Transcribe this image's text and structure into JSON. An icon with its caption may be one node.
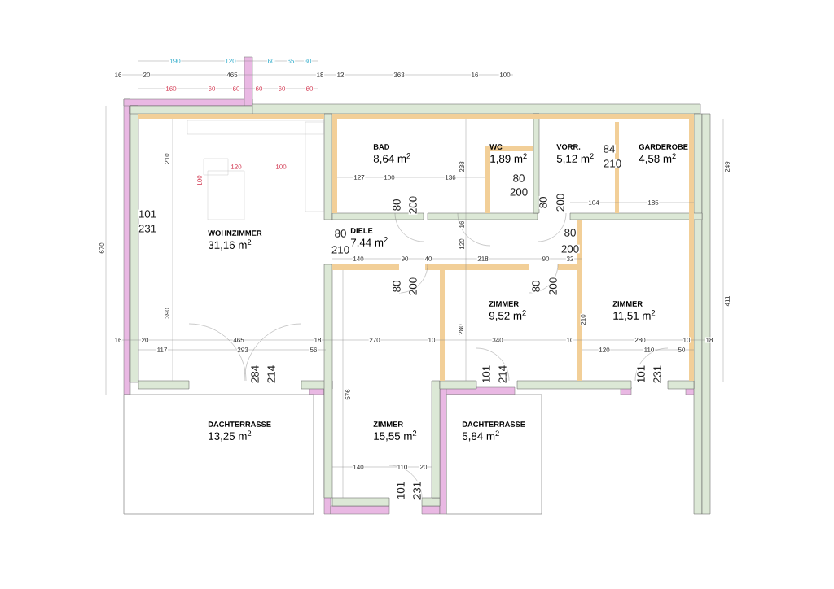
{
  "diagram": {
    "nodes": [
      {
        "text": [
          "WOHNZIMMER",
          "31,16 m$^{2}$"
        ]
      },
      {
        "text": [
          "BAD",
          "8,64 m$^{2}$"
        ]
      },
      {
        "text": [
          "WC",
          "1,89 m$^{2}$"
        ]
      },
      {
        "text": [
          "VORR.",
          "5,12 m$^{2}$"
        ]
      },
      {
        "text": [
          "GARDEROBE",
          "4,58 m$^{2}$"
        ]
      },
      {
        "text": [
          "DIELE",
          "7,44 m$^{2}$"
        ]
      },
      {
        "text": [
          "ZIMMER",
          "9,52 m$^{2}$"
        ]
      },
      {
        "text": [
          "ZIMMER",
          "11,51 m$^{2}$"
        ]
      },
      {
        "text": [
          "DACHTERRASSE",
          "13,25 m$^{2}$"
        ]
      },
      {
        "text": [
          "ZIMMER",
          "15,55 m$^{2}$"
        ]
      },
      {
        "text": [
          "DACHTERRASSE",
          "5,84 m$^{2}$"
        ]
      }
    ],
    "labels": [
      "190",
      "120",
      "60",
      "65",
      "30",
      "16",
      "20",
      "465",
      "18",
      "12",
      "363",
      "16",
      "100",
      "160",
      "60",
      "60",
      "60",
      "60",
      "60",
      "670",
      "210",
      "120",
      "100",
      "100",
      "127",
      "100",
      "136",
      "238",
      "101",
      "231",
      "80",
      "200",
      "80",
      "200",
      "84",
      "210",
      "104",
      "185",
      "80",
      "210",
      "80",
      "200",
      "140",
      "90",
      "40",
      "218",
      "90",
      "32",
      "120",
      "16",
      "80",
      "200",
      "80",
      "200",
      "249",
      "390",
      "280",
      "210",
      "411",
      "16",
      "20",
      "465",
      "18",
      "270",
      "10",
      "340",
      "10",
      "280",
      "10",
      "18",
      "117",
      "293",
      "56",
      "120",
      "110",
      "50",
      "284",
      "214",
      "101",
      "214",
      "101",
      "231",
      "576",
      "140",
      "110",
      "20",
      "101",
      "231",
      "80",
      "200"
    ]
  }
}
